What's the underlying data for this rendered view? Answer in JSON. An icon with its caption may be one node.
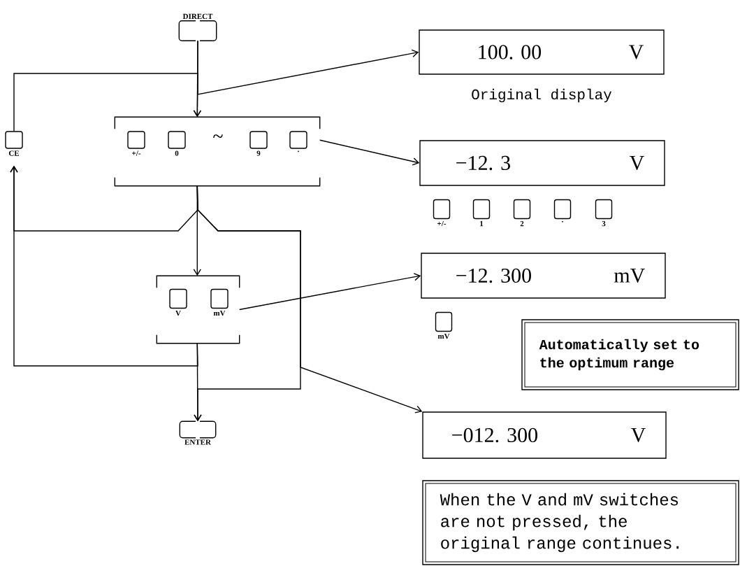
{
  "diagram": {
    "nodes": [
      {
        "text": [
          "DIRECT"
        ]
      },
      {
        "text": [
          "CE"
        ]
      },
      {
        "text": [],
        "shape": "box"
      },
      {
        "text": [
          "+/-"
        ],
        "in": 2
      },
      {
        "text": [
          "0"
        ],
        "in": 2
      },
      {
        "text": [
          "9"
        ],
        "in": 2
      },
      {
        "text": [
          "."
        ],
        "in": 2
      },
      {
        "text": [
          "100. 00",
          "V"
        ],
        "beside": [
          "Original display"
        ]
      },
      {
        "text": [
          "−12. 3",
          "V"
        ]
      },
      {
        "text": [
          "+/-"
        ]
      },
      {
        "text": [
          "1"
        ]
      },
      {
        "text": [
          "2"
        ]
      },
      {
        "text": [
          "."
        ]
      },
      {
        "text": [
          "3"
        ]
      },
      {
        "text": [],
        "shape": "box"
      },
      {
        "text": [
          "V"
        ],
        "in": 14
      },
      {
        "text": [
          "mV"
        ],
        "in": 14
      },
      {
        "text": [
          "−12. 300",
          "mV"
        ]
      },
      {
        "text": [
          "mV"
        ]
      },
      {
        "text": [
          "Automatically set to the optimum range"
        ]
      },
      {
        "text": [
          "−012. 300",
          "V"
        ]
      },
      {
        "text": [
          "ENTER"
        ]
      },
      {
        "text": [
          "When the V and mV switches are not pressed, the original range continues."
        ]
      }
    ],
    "edges": [
      {
        "from": 0,
        "to": 2,
        "arrow": "to"
      },
      {
        "from": 1,
        "to": 2,
        "arrow": "to"
      },
      {
        "from": 0,
        "to": 7,
        "arrow": "to"
      },
      {
        "from": 2,
        "to": 8,
        "arrow": "to"
      },
      {
        "from": 2,
        "to": 14,
        "arrow": "to"
      },
      {
        "from": 2,
        "to": 1,
        "arrow": "to"
      },
      {
        "from": 14,
        "to": 1,
        "arrow": "to"
      },
      {
        "from": 2,
        "to": 21,
        "arrow": "to"
      },
      {
        "from": 2,
        "to": 20,
        "arrow": "to"
      },
      {
        "from": 14,
        "to": 17,
        "arrow": "to"
      },
      {
        "from": 14,
        "to": 21,
        "arrow": "to"
      }
    ],
    "labels": [
      "~"
    ]
  }
}
